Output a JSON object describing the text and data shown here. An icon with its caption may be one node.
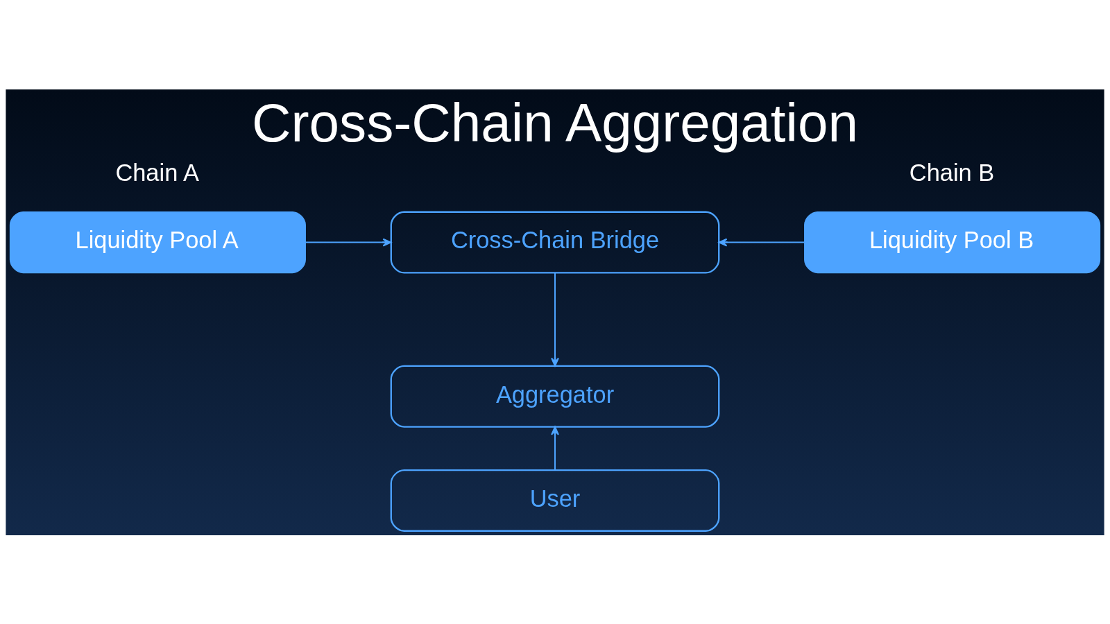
{
  "diagram": {
    "title": "Cross-Chain Aggregation",
    "nodes": [
      {
        "text": [
          "Chain A",
          "Liquidity Pool A"
        ]
      },
      {
        "text": [
          "Cross-Chain Bridge"
        ]
      },
      {
        "text": [
          "Chain B",
          "Liquidity Pool B"
        ]
      },
      {
        "text": [
          "Aggregator"
        ]
      },
      {
        "text": [
          "User"
        ]
      }
    ],
    "edges": [
      {
        "from": 0,
        "to": 1,
        "arrow": "to"
      },
      {
        "from": 2,
        "to": 1,
        "arrow": "to"
      },
      {
        "from": 1,
        "to": 3,
        "arrow": "to"
      },
      {
        "from": 4,
        "to": 3,
        "arrow": "to"
      }
    ]
  }
}
